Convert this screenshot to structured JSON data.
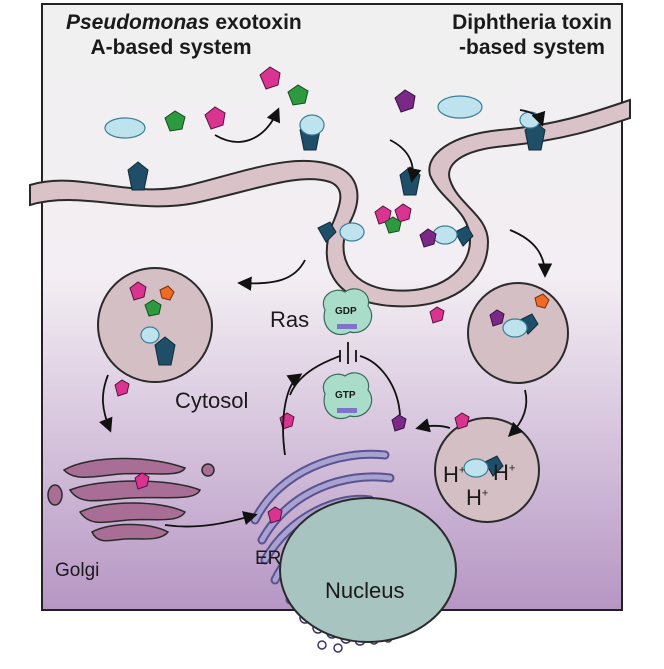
{
  "titles": {
    "pe_italic": "Pseudomonas",
    "pe_rest": " exotoxin",
    "pe_line2": "A-based system",
    "dt_line1": "Diphtheria toxin",
    "dt_line2": "-based system"
  },
  "labels": {
    "ras": "Ras",
    "gdp": "GDP",
    "gtp": "GTP",
    "cytosol": "Cytosol",
    "golgi": "Golgi",
    "er": "ER",
    "nucleus": "Nucleus",
    "h": "H",
    "h_sup": "+"
  },
  "colors": {
    "background_top": "#ececec",
    "background_bottom": "#b89cc4",
    "membrane": "#d9c3c8",
    "membrane_stroke": "#2a2a2a",
    "vesicle": "#d3bfc4",
    "pe_fragment": "#d9348f",
    "dt_fragment": "#7a2a86",
    "green_domain": "#2e9a3f",
    "receptor": "#1f4e68",
    "ligand": "#bfe3ee",
    "orange_domain": "#ef6a25",
    "ras_protein": "#a9dcc9",
    "golgi": "#a86e96",
    "er": "#8a84b8",
    "nucleus": "#a8c4c0"
  }
}
